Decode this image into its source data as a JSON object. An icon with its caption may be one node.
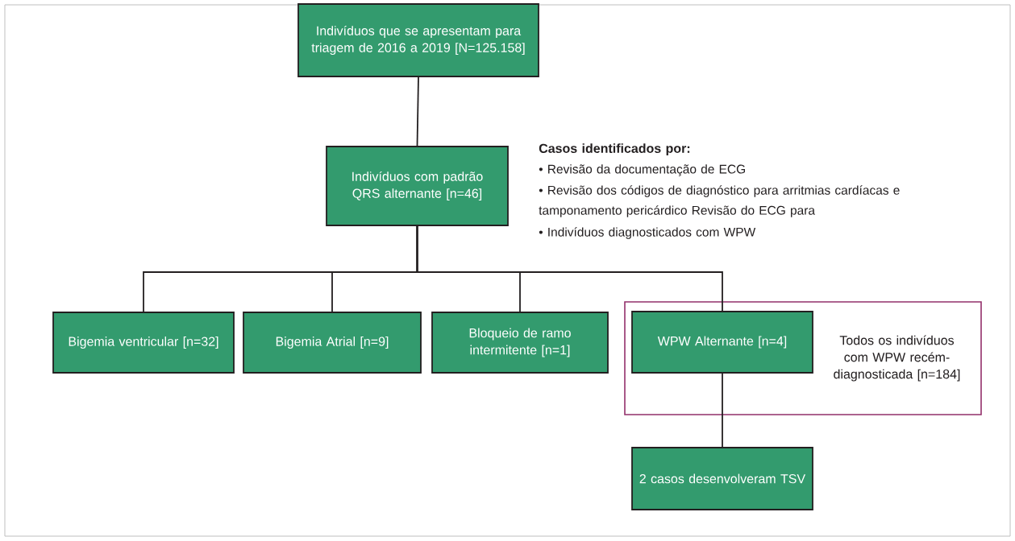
{
  "diagram": {
    "nodes": [
      {
        "text": [
          "Indivíduos que se apresentam para triagem de 2016 a 2019 [N=125.158]"
        ]
      },
      {
        "text": [
          "Indivíduos com padrão QRS alternante [n=46]"
        ]
      },
      {
        "text": [
          "Bigemia ventricular [n=32]"
        ]
      },
      {
        "text": [
          "Bigemia Atrial [n=9]"
        ]
      },
      {
        "text": [
          "Bloqueio de ramo intermitente [n=1]"
        ]
      },
      {
        "text": [
          "Todos os indivíduos com WPW recém-diagnosticada [n=184]"
        ]
      },
      {
        "text": [
          "WPW Alternante [n=4]"
        ],
        "in": 5
      },
      {
        "text": [
          "2 casos desenvolveram TSV"
        ]
      }
    ],
    "edges": [
      {
        "from": 0,
        "to": 1,
        "arrow": "none"
      },
      {
        "from": 1,
        "to": 2,
        "arrow": "none"
      },
      {
        "from": 1,
        "to": 3,
        "arrow": "none"
      },
      {
        "from": 1,
        "to": 4,
        "arrow": "none"
      },
      {
        "from": 1,
        "to": 6,
        "arrow": "none"
      },
      {
        "from": 6,
        "to": 7,
        "arrow": "none"
      }
    ],
    "labels": [
      "Casos identificados por:",
      "• Revisão da documentação de ECG",
      "• Revisão dos códigos de diagnóstico para arritmias cardíacas e tamponamento pericárdico Revisão do ECG para",
      "• Indivíduos diagnosticados com WPW"
    ]
  }
}
